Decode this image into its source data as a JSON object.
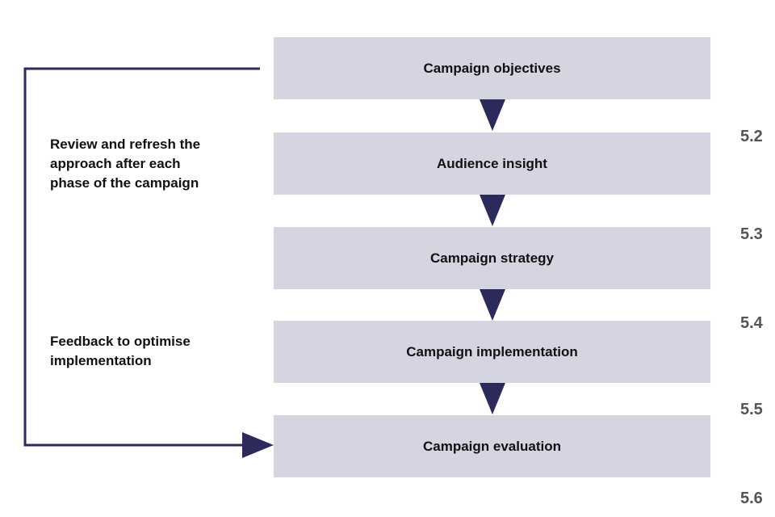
{
  "colors": {
    "box_fill": "#d4d5e1",
    "arrow": "#2b2a5a",
    "text": "#111111",
    "section_text": "#555555"
  },
  "steps": [
    {
      "label": "Campaign objectives"
    },
    {
      "label": "Audience insight"
    },
    {
      "label": "Campaign strategy"
    },
    {
      "label": "Campaign implementation"
    },
    {
      "label": "Campaign evaluation"
    }
  ],
  "notes": {
    "review": [
      "Review and refresh the",
      "approach after each",
      "phase of the campaign"
    ],
    "feedback": [
      "Feedback to optimise",
      "implementation"
    ]
  },
  "section_numbers": [
    "5.2",
    "5.3",
    "5.4",
    "5.5",
    "5.6"
  ]
}
